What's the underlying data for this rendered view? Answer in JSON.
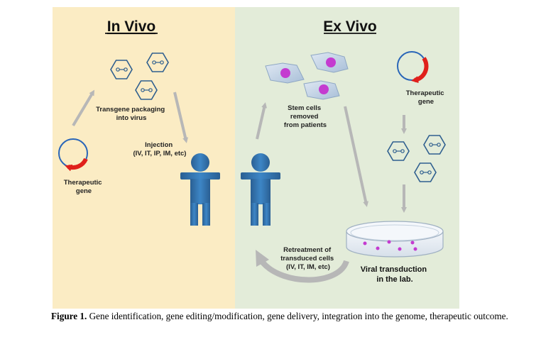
{
  "panels": {
    "in_vivo": {
      "title": "In Vivo",
      "packaging_label_line1": "Transgene packaging",
      "packaging_label_line2": "into virus",
      "injection_label_line1": "Injection",
      "injection_label_line2": "(IV, IT, IP, IM, etc)",
      "gene_label_line1": "Therapeutic",
      "gene_label_line2": "gene"
    },
    "ex_vivo": {
      "title": "Ex Vivo",
      "stem_label_line1": "Stem cells",
      "stem_label_line2": "removed",
      "stem_label_line3": "from patients",
      "gene_label_line1": "Therapeutic",
      "gene_label_line2": "gene",
      "retreatment_line1": "Retreatment of",
      "retreatment_line2": "transduced cells",
      "retreatment_line3": "(IV, IT, IM, etc)",
      "transduction_line1": "Viral transduction",
      "transduction_line2": "in the lab."
    }
  },
  "colors": {
    "in_vivo_bg": "#fbecc4",
    "ex_vivo_bg": "#e3ecd9",
    "person": "#2e6fa8",
    "arrow": "#b7b7b7",
    "hexagon": "#2f5f8f",
    "plasmid_red": "#e0201b",
    "plasmid_blue": "#2a66b8",
    "cell_nucleus": "#c43bd0"
  },
  "caption": {
    "label": "Figure 1.",
    "text": " Gene identification, gene editing/modification, gene delivery, integration into the genome, therapeutic outcome."
  }
}
